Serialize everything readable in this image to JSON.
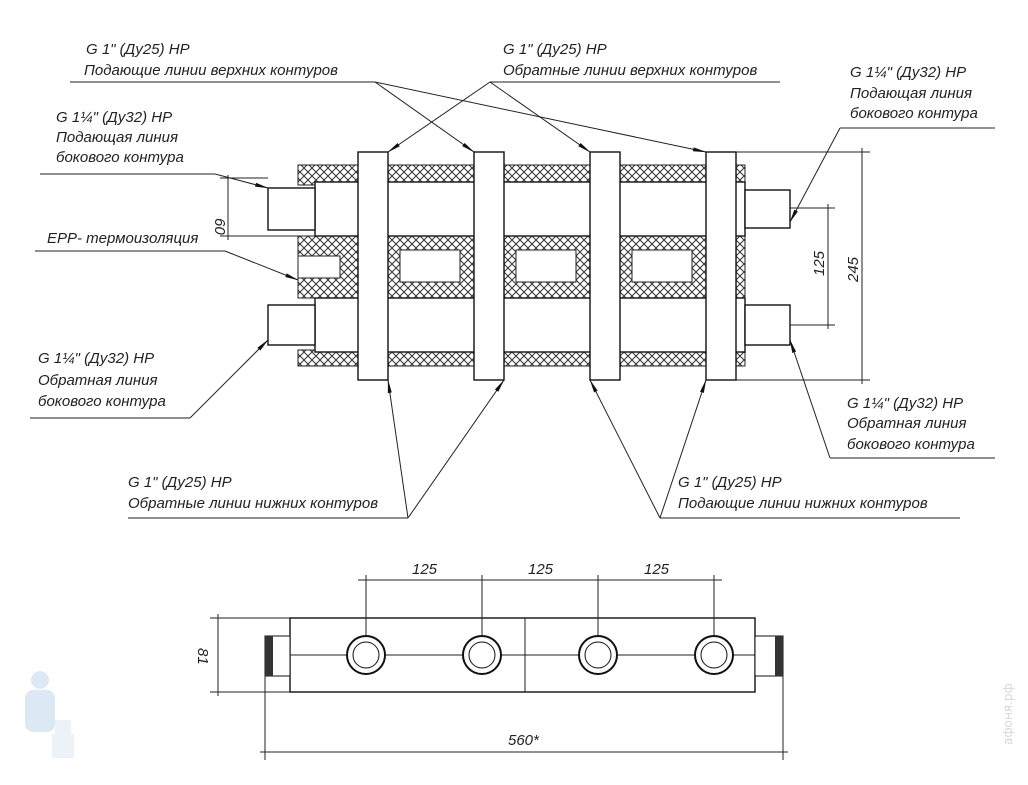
{
  "labels": {
    "top_supply": {
      "spec": "G 1\" (Ду25) НР",
      "text": "Подающие линии верхних контуров"
    },
    "top_return": {
      "spec": "G 1\" (Ду25) НР",
      "text": "Обратные линии верхних контуров"
    },
    "left_supply": {
      "spec": "G 1¼\" (Ду32) НР",
      "line1": "Подающая линия",
      "line2": "бокового контура"
    },
    "right_supply": {
      "spec": "G 1¼\" (Ду32) НР",
      "line1": "Подающая линия",
      "line2": "бокового контура"
    },
    "insulation": "EPP- термоизоляция",
    "left_return": {
      "spec": "G 1¼\" (Ду32) НР",
      "line1": "Обратная линия",
      "line2": "бокового контура"
    },
    "right_return": {
      "spec": "G 1¼\" (Ду32) НР",
      "line1": "Обратная линия",
      "line2": "бокового контура"
    },
    "bottom_return": {
      "spec": "G 1\" (Ду25) НР",
      "text": "Обратные линии нижних контуров"
    },
    "bottom_supply": {
      "spec": "G 1\" (Ду25) НР",
      "text": "Подающие линии нижних контуров"
    }
  },
  "dimensions": {
    "nozzle_height": "60",
    "pipe_spacing": "125",
    "total_height": "245",
    "spacing_1": "125",
    "spacing_2": "125",
    "spacing_3": "125",
    "body_height": "81",
    "total_length": "560*"
  },
  "watermark": "афоня.рф"
}
